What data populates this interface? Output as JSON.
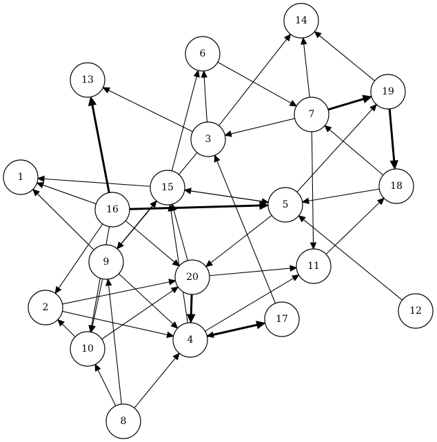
{
  "graph": {
    "directed": true,
    "nodes": [
      {
        "id": "1",
        "label": "1"
      },
      {
        "id": "2",
        "label": "2"
      },
      {
        "id": "3",
        "label": "3"
      },
      {
        "id": "4",
        "label": "4"
      },
      {
        "id": "5",
        "label": "5"
      },
      {
        "id": "6",
        "label": "6"
      },
      {
        "id": "7",
        "label": "7"
      },
      {
        "id": "8",
        "label": "8"
      },
      {
        "id": "9",
        "label": "9"
      },
      {
        "id": "10",
        "label": "10"
      },
      {
        "id": "11",
        "label": "11"
      },
      {
        "id": "12",
        "label": "12"
      },
      {
        "id": "13",
        "label": "13"
      },
      {
        "id": "14",
        "label": "14"
      },
      {
        "id": "15",
        "label": "15"
      },
      {
        "id": "16",
        "label": "16"
      },
      {
        "id": "17",
        "label": "17"
      },
      {
        "id": "18",
        "label": "18"
      },
      {
        "id": "19",
        "label": "19"
      },
      {
        "id": "20",
        "label": "20"
      }
    ],
    "edges": [
      {
        "from": "16",
        "to": "13",
        "bold": true
      },
      {
        "from": "16",
        "to": "5",
        "bold": true
      },
      {
        "from": "16",
        "to": "1",
        "bold": false
      },
      {
        "from": "16",
        "to": "2",
        "bold": false
      },
      {
        "from": "16",
        "to": "10",
        "bold": false
      },
      {
        "from": "16",
        "to": "20",
        "bold": false
      },
      {
        "from": "3",
        "to": "13",
        "bold": false
      },
      {
        "from": "3",
        "to": "6",
        "bold": false
      },
      {
        "from": "3",
        "to": "14",
        "bold": false
      },
      {
        "from": "3",
        "to": "9",
        "bold": false
      },
      {
        "from": "6",
        "to": "7",
        "bold": false
      },
      {
        "from": "7",
        "to": "3",
        "bold": false
      },
      {
        "from": "7",
        "to": "14",
        "bold": false
      },
      {
        "from": "7",
        "to": "19",
        "bold": true
      },
      {
        "from": "7",
        "to": "11",
        "bold": false
      },
      {
        "from": "19",
        "to": "14",
        "bold": false
      },
      {
        "from": "19",
        "to": "18",
        "bold": true
      },
      {
        "from": "18",
        "to": "7",
        "bold": false
      },
      {
        "from": "18",
        "to": "5",
        "bold": false
      },
      {
        "from": "5",
        "to": "19",
        "bold": false
      },
      {
        "from": "5",
        "to": "15",
        "bold": false
      },
      {
        "from": "5",
        "to": "20",
        "bold": false
      },
      {
        "from": "15",
        "to": "5",
        "bold": false
      },
      {
        "from": "15",
        "to": "1",
        "bold": false
      },
      {
        "from": "15",
        "to": "6",
        "bold": false
      },
      {
        "from": "15",
        "to": "9",
        "bold": false
      },
      {
        "from": "9",
        "to": "15",
        "bold": false
      },
      {
        "from": "9",
        "to": "1",
        "bold": false
      },
      {
        "from": "9",
        "to": "10",
        "bold": false
      },
      {
        "from": "9",
        "to": "4",
        "bold": false
      },
      {
        "from": "20",
        "to": "15",
        "bold": false
      },
      {
        "from": "20",
        "to": "11",
        "bold": false
      },
      {
        "from": "20",
        "to": "4",
        "bold": true
      },
      {
        "from": "2",
        "to": "20",
        "bold": false
      },
      {
        "from": "2",
        "to": "4",
        "bold": false
      },
      {
        "from": "10",
        "to": "2",
        "bold": false
      },
      {
        "from": "10",
        "to": "20",
        "bold": false
      },
      {
        "from": "4",
        "to": "15",
        "bold": false
      },
      {
        "from": "4",
        "to": "11",
        "bold": false
      },
      {
        "from": "4",
        "to": "17",
        "bold": true
      },
      {
        "from": "17",
        "to": "4",
        "bold": false
      },
      {
        "from": "17",
        "to": "3",
        "bold": false
      },
      {
        "from": "11",
        "to": "18",
        "bold": false
      },
      {
        "from": "12",
        "to": "5",
        "bold": false
      },
      {
        "from": "8",
        "to": "10",
        "bold": false
      },
      {
        "from": "8",
        "to": "9",
        "bold": false
      },
      {
        "from": "8",
        "to": "4",
        "bold": false
      }
    ]
  }
}
